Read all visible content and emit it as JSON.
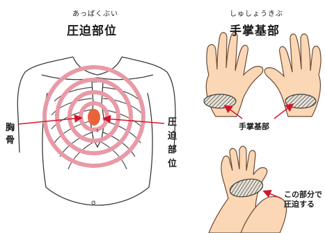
{
  "left_panel": {
    "furigana": "あっぱくぶい",
    "title": "圧迫部位",
    "sternum_label": [
      "胸",
      "骨"
    ],
    "site_label": [
      "圧",
      "迫",
      "部",
      "位"
    ]
  },
  "right_panel": {
    "furigana": "しゅしょうきぶ",
    "title": "手掌基部",
    "heel_label": "手掌基部",
    "press_label": [
      "この部分で",
      "圧迫する"
    ]
  },
  "colors": {
    "target_ring": "#e89aa7",
    "compression_spot": "#e8633a",
    "pointer": "#d3152a",
    "outline": "#3a3a3a",
    "skin": "#fbd7b5"
  }
}
